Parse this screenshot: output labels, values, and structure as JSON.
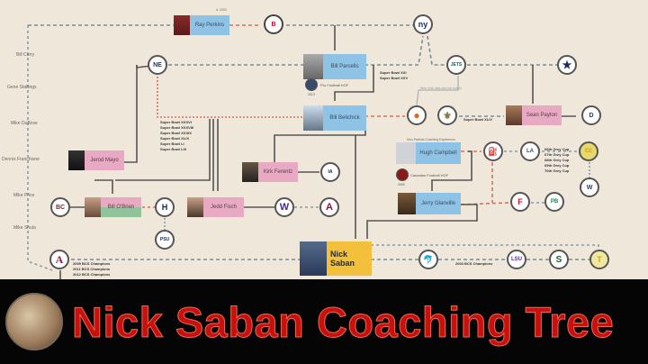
{
  "title": "Nick Saban Coaching Tree",
  "colors": {
    "background": "#efe8da",
    "banner": "#050505",
    "title_text": "#c8100f",
    "head_coach_box": "#8ec3e6",
    "assistant_box": "#e8aac2",
    "root_box": "#f2c03a",
    "gridiron_green": "#8fc39a"
  },
  "mentors_left": [
    "Bill Curry",
    "Gene Stallings",
    "Mike DuBose",
    "Dennis Franchione",
    "Mike Price",
    "Mike Shula"
  ],
  "coaches": {
    "ray_perkins": {
      "name": "Ray Perkins",
      "note": "d. 2020"
    },
    "bill_parcells": {
      "name": "Bill Parcells",
      "hof": "Pro Football HOF",
      "hof_year": "2013",
      "titles": "Super Bowl XXI\nSuper Bowl XXV"
    },
    "bill_belichick": {
      "name": "Bill Belichick",
      "titles": "Super Bowl XXXVI\nSuper Bowl XXXVIII\nSuper Bowl XXXIX\nSuper Bowl XLIX\nSuper Bowl LI\nSuper Bowl LIII"
    },
    "sean_payton": {
      "name": "Sean Payton",
      "titles": "Super Bowl XLIV"
    },
    "jerod_mayo": {
      "name": "Jerod Mayo"
    },
    "kirk_ferentz": {
      "name": "Kirk Ferentz"
    },
    "bill_obrien": {
      "name": "Bill O'Brien"
    },
    "jedd_fisch": {
      "name": "Jedd Fisch"
    },
    "hugh_campbell": {
      "name": "Hugh Campbell",
      "top_note": "Non-Patriots Coaching Experience",
      "hof": "Canadian Football HOF",
      "hof_year": "2000",
      "titles": "66th Grey Cup\n67th Grey Cup\n68th Grey Cup\n69th Grey Cup\n70th Grey Cup"
    },
    "jerry_glanville": {
      "name": "Jerry Glanville"
    },
    "nick_saban": {
      "name": "Nick Saban",
      "titles": "2003 BCS Champions"
    }
  },
  "alabama_titles": "2009 BCS Champions\n2011 BCS Champions\n2012 BCS Champions",
  "jets_note": "New York Jets (did not coach)",
  "teams": {
    "buccaneers": {
      "abbr": "B",
      "label": "Buccaneers",
      "color": "#c8102e"
    },
    "giants": {
      "abbr": "ny",
      "label": "Giants",
      "color": "#1c2b7a"
    },
    "patriots": {
      "abbr": "NE",
      "label": "Patriots",
      "color": "#1c3a6a"
    },
    "jets": {
      "abbr": "JETS",
      "label": "Jets",
      "color": "#1a5e3a"
    },
    "cowboys": {
      "abbr": "★",
      "label": "Cowboys",
      "color": "#1c2b5a"
    },
    "browns": {
      "abbr": "●",
      "label": "Browns",
      "color": "#e06a1e"
    },
    "saints": {
      "abbr": "⚜",
      "label": "Saints",
      "color": "#8a7a4a"
    },
    "broncos": {
      "abbr": "D",
      "label": "Broncos",
      "color": "#2a3a6a"
    },
    "iowa": {
      "abbr": "IA",
      "label": "Iowa",
      "color": "#222"
    },
    "houston_oilers": {
      "abbr": "⛽",
      "label": "Oilers",
      "color": "#5a7aa0"
    },
    "la_express": {
      "abbr": "LA",
      "label": "Express",
      "color": "#3a4a6a"
    },
    "edmonton": {
      "abbr": "EE",
      "label": "Eskimos",
      "color": "#c8a81e"
    },
    "whitworth": {
      "abbr": "W",
      "label": "Whitworth College",
      "color": "#2a3a6a"
    },
    "falcons": {
      "abbr": "F",
      "label": "Atlanta Falcons",
      "color": "#111"
    },
    "portland": {
      "abbr": "PB",
      "label": "Portland Breakers",
      "color": "#2a7a5a"
    },
    "boston_college": {
      "abbr": "BC",
      "label": "Boston College",
      "color": "#8a1e2e"
    },
    "texans": {
      "abbr": "H",
      "label": "Texans",
      "color": "#0a2a5a"
    },
    "penn_state": {
      "abbr": "PSU",
      "label": "Penn State",
      "color": "#1a2a5a"
    },
    "washington": {
      "abbr": "W",
      "label": "Washington",
      "color": "#4a2a8a"
    },
    "arizona": {
      "abbr": "A",
      "label": "Arizona",
      "color": "#7a1e3a"
    },
    "alabama": {
      "abbr": "A",
      "label": "Alabama",
      "color": "#9e1b32"
    },
    "dolphins": {
      "abbr": "🐬",
      "label": "Dolphins",
      "color": "#0a8a8a"
    },
    "lsu": {
      "abbr": "LSU",
      "label": "LSU",
      "color": "#5a2a8a"
    },
    "michigan_state": {
      "abbr": "S",
      "label": "Michigan State",
      "color": "#1a5a3a"
    },
    "toledo": {
      "abbr": "T",
      "label": "Toledo",
      "color": "#c8a81e"
    }
  }
}
